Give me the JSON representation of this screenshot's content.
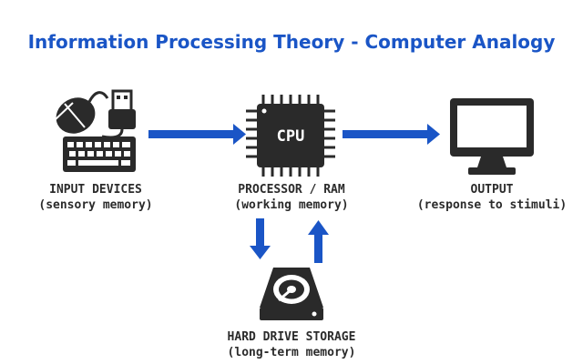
{
  "title": "Information Processing Theory - Computer Analogy",
  "colors": {
    "title": "#1a55c6",
    "arrow": "#1a55c6",
    "icon": "#2a2a2a",
    "label": "#2b2b2b"
  },
  "nodes": {
    "input": {
      "title": "INPUT DEVICES",
      "subtitle": "(sensory memory)",
      "icons": [
        "mouse-icon",
        "usb-icon",
        "keyboard-icon"
      ]
    },
    "processor": {
      "title": "PROCESSOR / RAM",
      "subtitle": "(working memory)",
      "chip_label": "CPU",
      "icons": [
        "cpu-icon"
      ]
    },
    "output": {
      "title": "OUTPUT",
      "subtitle": "(response to stimuli)",
      "icons": [
        "monitor-icon"
      ]
    },
    "storage": {
      "title": "HARD DRIVE STORAGE",
      "subtitle": "(long-term memory)",
      "icons": [
        "hard-drive-icon"
      ]
    }
  },
  "edges": [
    {
      "from": "input",
      "to": "processor"
    },
    {
      "from": "processor",
      "to": "output"
    },
    {
      "from": "processor",
      "to": "storage"
    },
    {
      "from": "storage",
      "to": "processor"
    }
  ]
}
